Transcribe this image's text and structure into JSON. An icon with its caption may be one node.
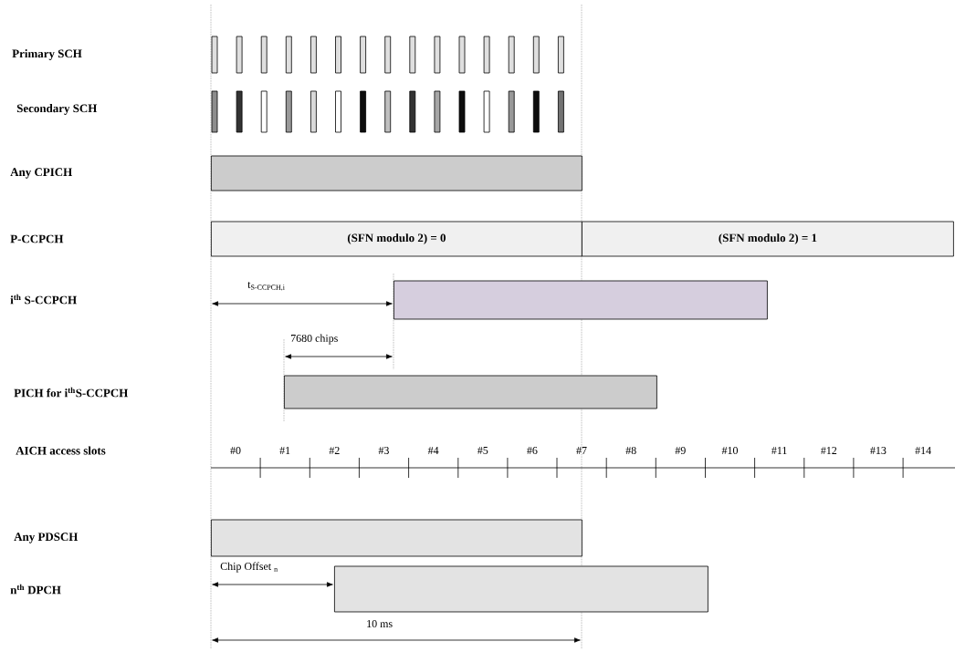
{
  "diagram": {
    "nodes": [
      {
        "text": [],
        "shape": "bar"
      },
      {
        "text": [
          "(SFN modulo 2) = 0"
        ]
      },
      {
        "text": [
          "(SFN modulo 2) = 1"
        ]
      },
      {
        "text": [],
        "shape": "bar"
      },
      {
        "text": [],
        "shape": "bar"
      },
      {
        "text": [],
        "shape": "bar"
      },
      {
        "text": [],
        "shape": "bar"
      }
    ],
    "labels": [
      "Primary SCH",
      "Secondary SCH",
      "Any CPICH",
      "P-CCPCH",
      "t$_{S-CCPCH,i}$",
      "i$^{th}$ S-CCPCH",
      "7680 chips",
      "PICH for i$^{th}$S-CCPCH",
      "AICH access slots",
      "#0",
      "#1",
      "#2",
      "#3",
      "#4",
      "#5",
      "#6",
      "#7",
      "#8",
      "#9",
      "#10",
      "#11",
      "#12",
      "#13",
      "#14",
      "Any PDSCH",
      "Chip Offset $_{n}$",
      "n$^{th}$ DPCH",
      "10 ms"
    ]
  }
}
